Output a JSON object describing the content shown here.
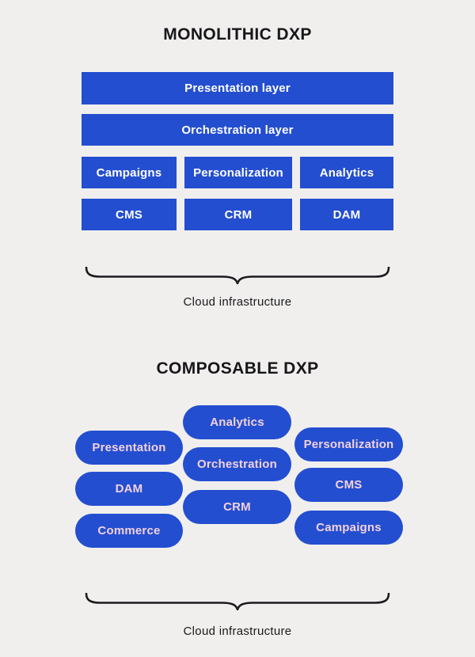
{
  "colors": {
    "background": "#f0efed",
    "box_blue": "#244ed0",
    "monolithic_box_text": "#ffffff",
    "composable_pill_text": "#f2d2dd",
    "title_text": "#17171b",
    "brace_stroke": "#1a1a1e"
  },
  "monolithic": {
    "title": "MONOLITHIC DXP",
    "layers": [
      "Presentation layer",
      "Orchestration layer"
    ],
    "modules_row1": [
      "Campaigns",
      "Personalization",
      "Analytics"
    ],
    "modules_row2": [
      "CMS",
      "CRM",
      "DAM"
    ],
    "infrastructure_label": "Cloud infrastructure"
  },
  "composable": {
    "title": "COMPOSABLE DXP",
    "pills_middle": [
      "Analytics",
      "Orchestration",
      "CRM"
    ],
    "pills_left": [
      "Presentation",
      "DAM",
      "Commerce"
    ],
    "pills_right": [
      "Personalization",
      "CMS",
      "Campaigns"
    ],
    "infrastructure_label": "Cloud infrastructure"
  }
}
